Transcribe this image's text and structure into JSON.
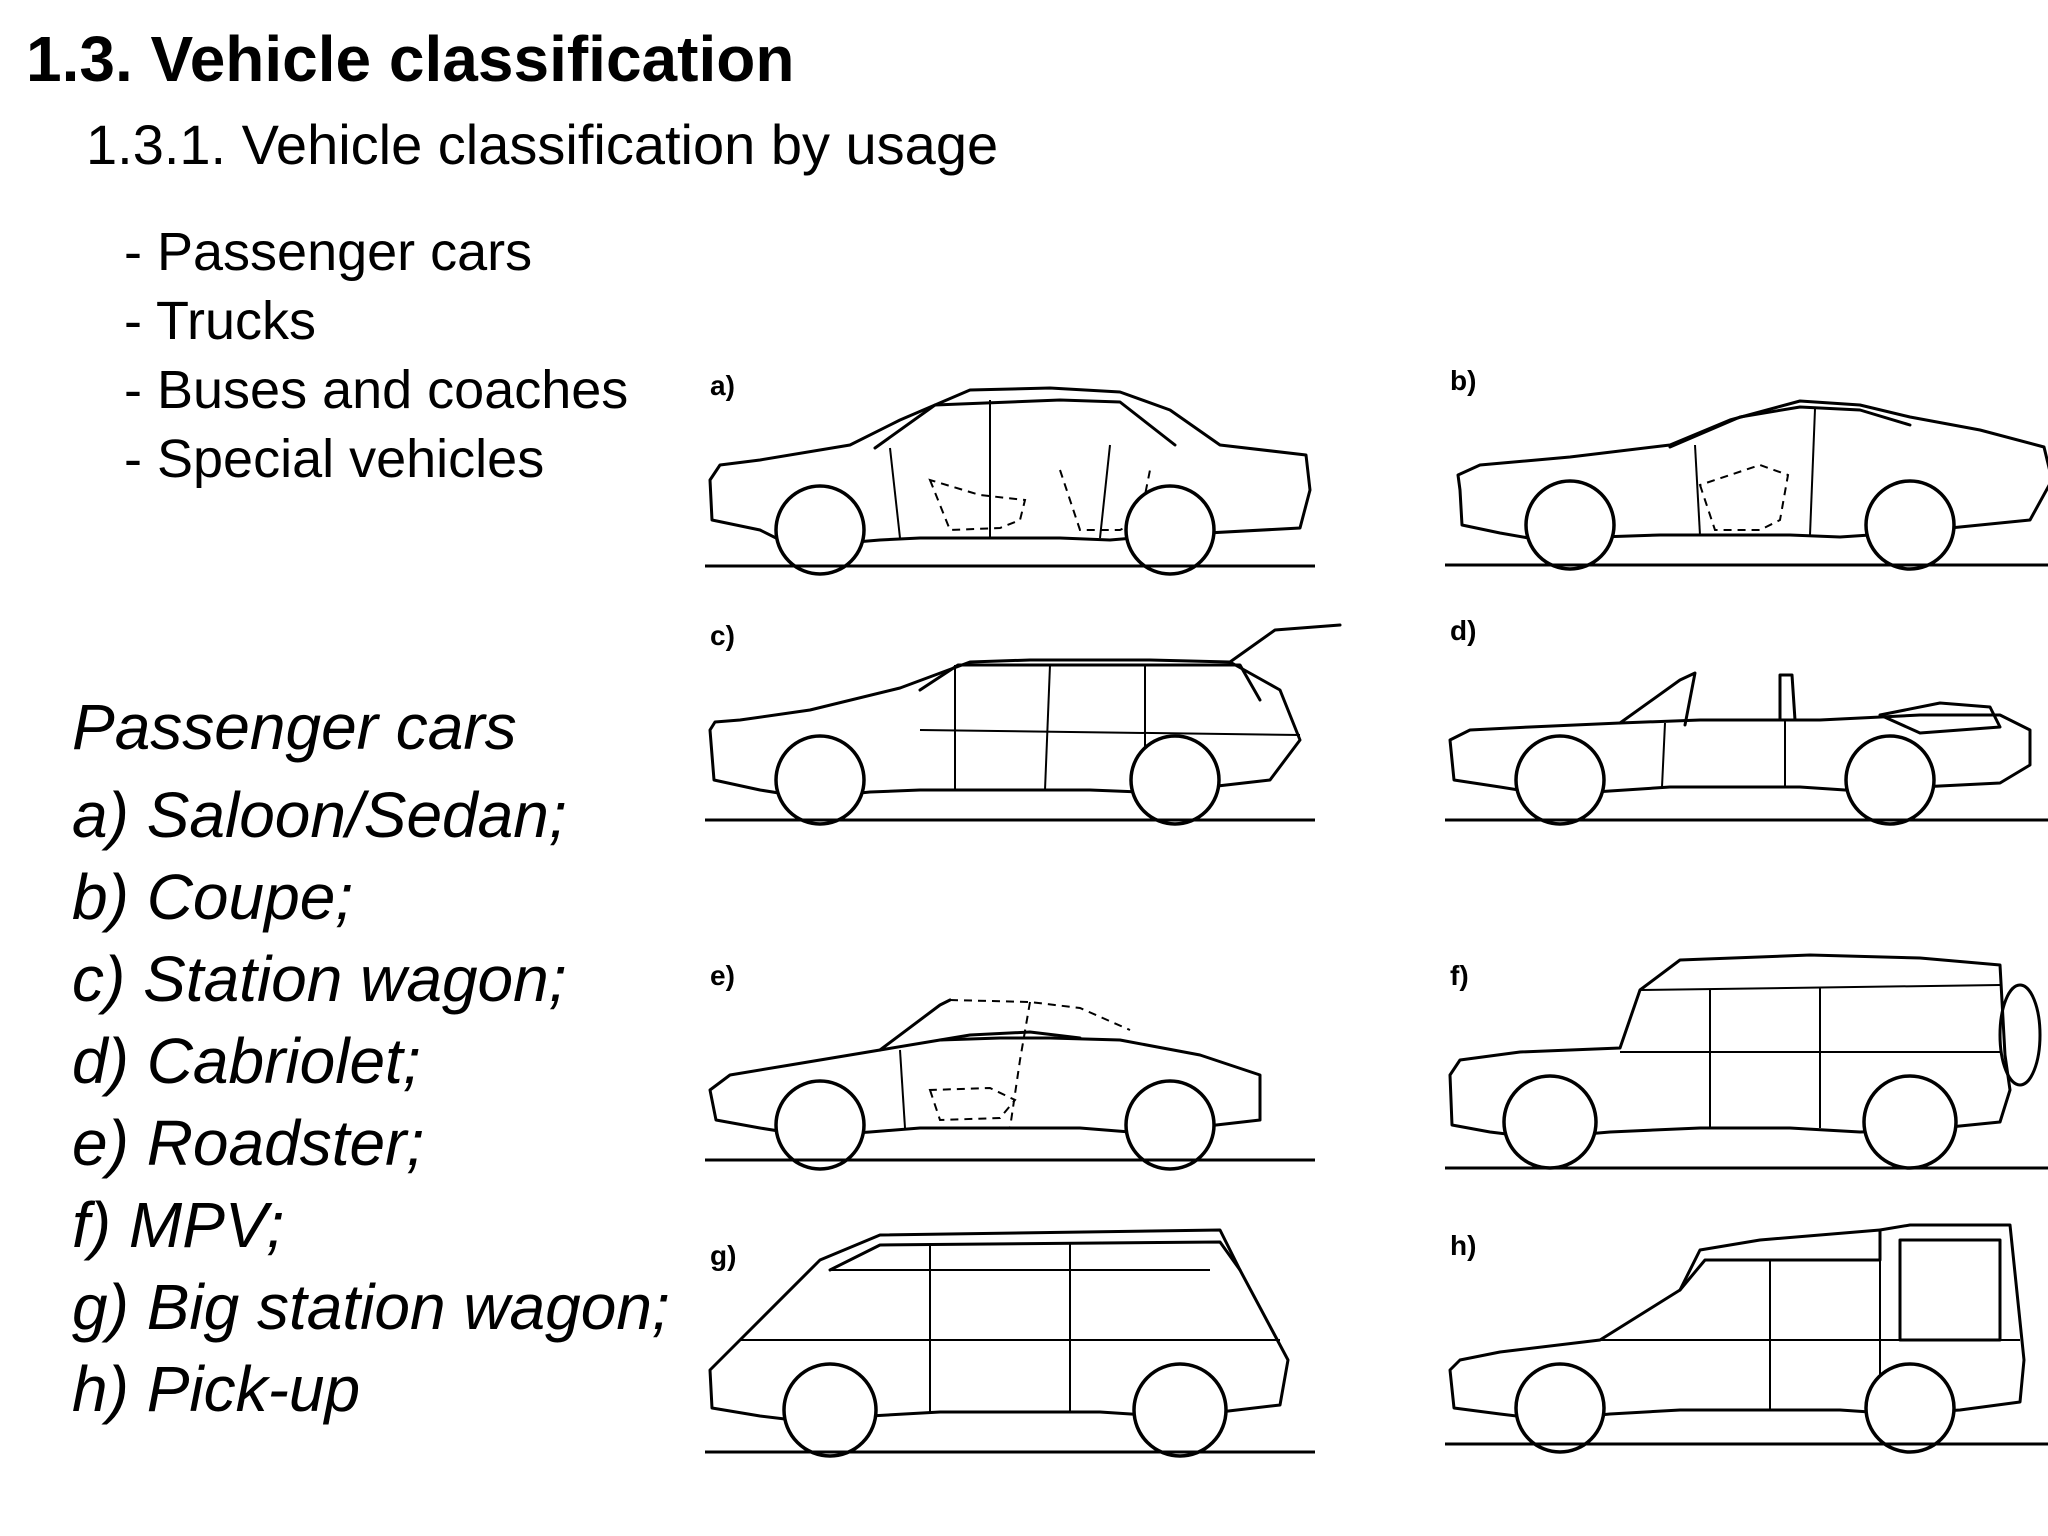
{
  "header": {
    "title": "1.3. Vehicle classification",
    "subtitle": "1.3.1. Vehicle classification by usage"
  },
  "usage": {
    "items": [
      "- Passenger cars",
      "- Trucks",
      "- Buses and coaches",
      "- Special vehicles"
    ]
  },
  "passenger_cars": {
    "heading": "Passenger cars",
    "items": [
      "a) Saloon/Sedan;",
      "b) Coupe;",
      "c) Station wagon;",
      "d) Cabriolet;",
      "e) Roadster;",
      "f) MPV;",
      "g) Big station wagon;",
      "h) Pick-up"
    ]
  },
  "figures": {
    "a": {
      "label": "a)",
      "type": "sedan"
    },
    "b": {
      "label": "b)",
      "type": "coupe"
    },
    "c": {
      "label": "c)",
      "type": "wagon"
    },
    "d": {
      "label": "d)",
      "type": "cabriolet"
    },
    "e": {
      "label": "e)",
      "type": "roadster"
    },
    "f": {
      "label": "f)",
      "type": "mpv"
    },
    "g": {
      "label": "g)",
      "type": "van"
    },
    "h": {
      "label": "h)",
      "type": "pickup"
    }
  }
}
